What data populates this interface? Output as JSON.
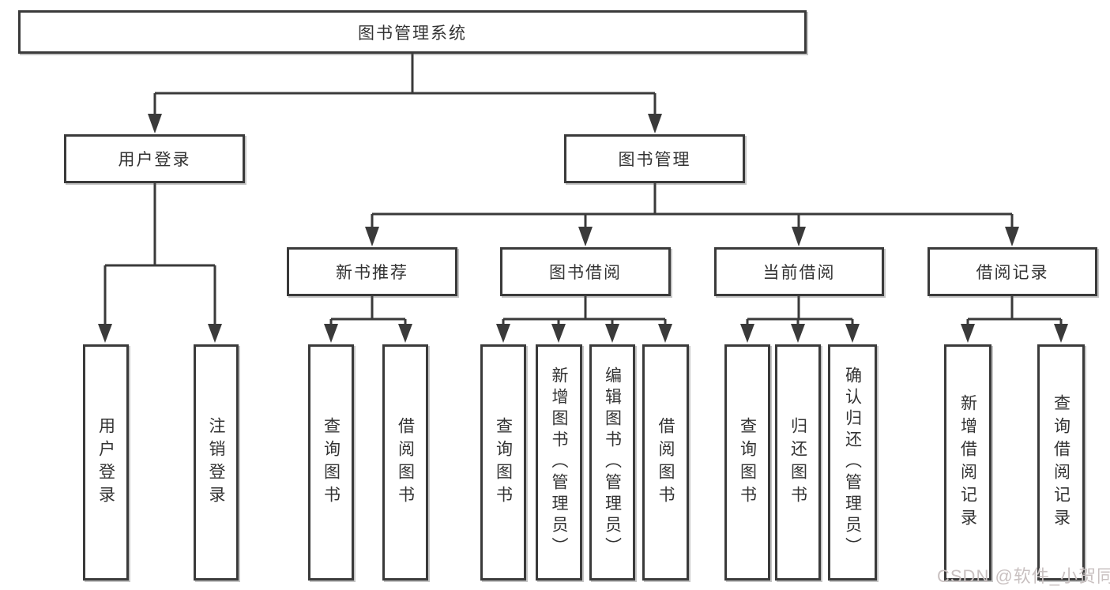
{
  "diagram_title": "图书管理系统",
  "tree": {
    "root": {
      "label": "图书管理系统"
    },
    "level2": [
      {
        "label": "用户登录",
        "leaves": [
          {
            "label": "用户登录"
          },
          {
            "label": "注销登录"
          }
        ]
      },
      {
        "label": "图书管理",
        "sections": [
          {
            "label": "新书推荐",
            "leaves": [
              {
                "label": "查询图书"
              },
              {
                "label": "借阅图书"
              }
            ]
          },
          {
            "label": "图书借阅",
            "leaves": [
              {
                "label": "查询图书"
              },
              {
                "label": "新增图书（管理员）"
              },
              {
                "label": "编辑图书（管理员）"
              },
              {
                "label": "借阅图书"
              }
            ]
          },
          {
            "label": "当前借阅",
            "leaves": [
              {
                "label": "查询图书"
              },
              {
                "label": "归还图书"
              },
              {
                "label": "确认归还（管理员）"
              }
            ]
          },
          {
            "label": "借阅记录",
            "leaves": [
              {
                "label": "新增借阅记录"
              },
              {
                "label": "查询借阅记录"
              }
            ]
          }
        ]
      }
    ]
  },
  "watermark": {
    "text": "CSDN @软件_小贺同学"
  },
  "colors": {
    "line": "#3a3a3a",
    "text": "#333333",
    "background": "#ffffff",
    "watermark": "#c9c1c1"
  }
}
